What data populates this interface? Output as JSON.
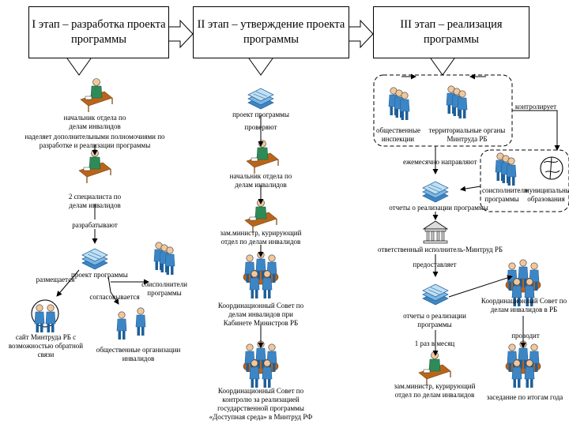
{
  "stages": [
    {
      "title": "I этап – разработка проекта программы"
    },
    {
      "title": "II этап – утверждение проекта программы"
    },
    {
      "title": "III этап – реализация программы"
    }
  ],
  "col1": {
    "head_dept": "начальник отдела по делам инвалидов",
    "delegates": "наделяет дополнительными полномочиями по разработке и реализации программы",
    "specialists": "2 специалиста по делам инвалидов",
    "develop": "разрабатывают",
    "draft": "проект программы",
    "posted": "размещается",
    "agreed": "согласовывается",
    "coexecutors": "соисполнители программы",
    "site": "сайт Минтруда РБ с возможностью обратной связи",
    "public_orgs": "общественные организации инвалидов"
  },
  "col2": {
    "draft": "проект программы",
    "checked": "проверяют",
    "head_dept": "начальник отдела по делам инвалидов",
    "deputy_minister": "зам.министр, курирующий отдел по делам инвалидов",
    "council_cabinet": "Координационный Совет по делам инвалидов при Кабинете Министров РБ",
    "council_rf": "Координационный Совет по контролю за реализацией государственной программы «Доступная среда» в Минтруд РФ"
  },
  "col3": {
    "public_inspections": "общественные инспекции",
    "territorial": "территориальные органы Минтруда РБ",
    "controls": "контролирует",
    "monthly": "ежемесячно направляют",
    "coexecutors": "соисполнители программы",
    "municipal": "муниципальные образования",
    "reports1": "отчеты о реализации программы",
    "responsible": "ответственный исполнитель-Минтруд РБ",
    "provides": "предоставляет",
    "reports2": "отчеты о реализации программы",
    "council_rb": "Координационный Совет по делам инвалидов в РБ",
    "once_month": "1 раз в месяц",
    "conducts": "проводит",
    "deputy_minister": "зам.министр, курирующий отдел по делам инвалидов",
    "meeting": "заседание по итогам года"
  },
  "colors": {
    "icon_blue": "#3d86c6",
    "icon_dark": "#1f5f99",
    "icon_green": "#2e8b57",
    "table_brown": "#b8651b",
    "skin": "#f1c79c"
  }
}
